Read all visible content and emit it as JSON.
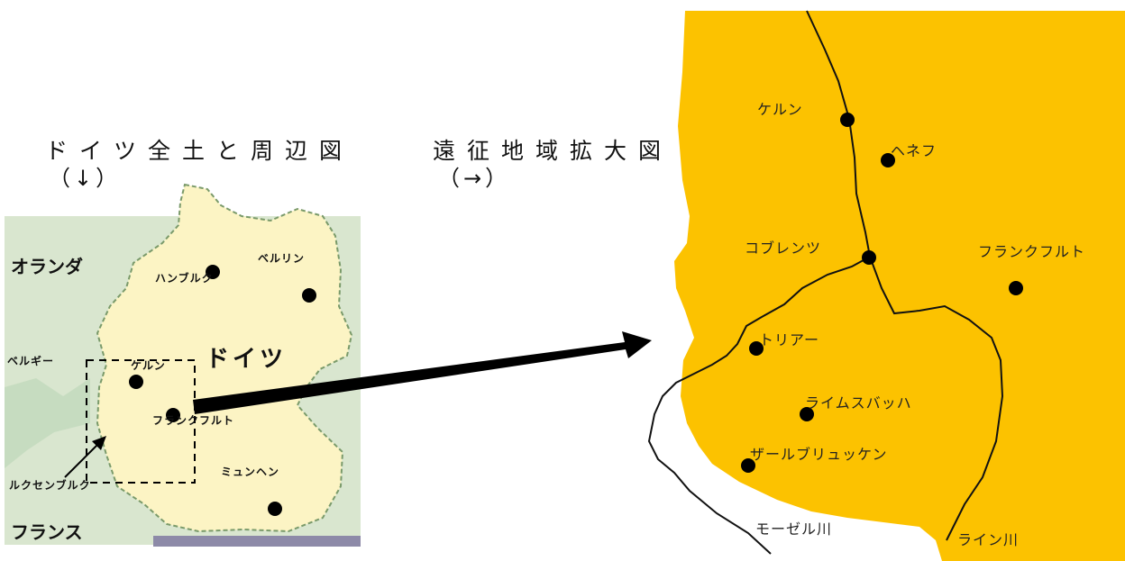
{
  "titles": {
    "overview": "ドイツ全土と周辺図",
    "overview_dir": "（↓）",
    "zoom": "遠征地域拡大図",
    "zoom_dir": "（→）"
  },
  "overview_map": {
    "countries": {
      "netherlands": "オランダ",
      "belgium": "ベルギー",
      "france": "フランス",
      "germany": "ドイツ"
    },
    "cities": {
      "hamburg": "ハンブルク",
      "berlin": "ベルリン",
      "cologne": "ケルン",
      "frankfurt": "フランクフルト",
      "munich": "ミュンヘン",
      "luxembourg": "ルクセンブルク"
    }
  },
  "zoom_map": {
    "cities": {
      "cologne": "ケルン",
      "hennef": "ヘネフ",
      "koblenz": "コブレンツ",
      "frankfurt": "フランクフルト",
      "trier": "トリアー",
      "leimsbach": "ライムスバッハ",
      "saarbruecken": "ザールブリュッケン"
    },
    "rivers": {
      "moselle": "モーゼル川",
      "rhine": "ライン川"
    }
  },
  "colors": {
    "germany": "#fcf4c4",
    "neighbors": "#d9e6cf",
    "zoom_area": "#fcc200",
    "markers": "#000000"
  }
}
